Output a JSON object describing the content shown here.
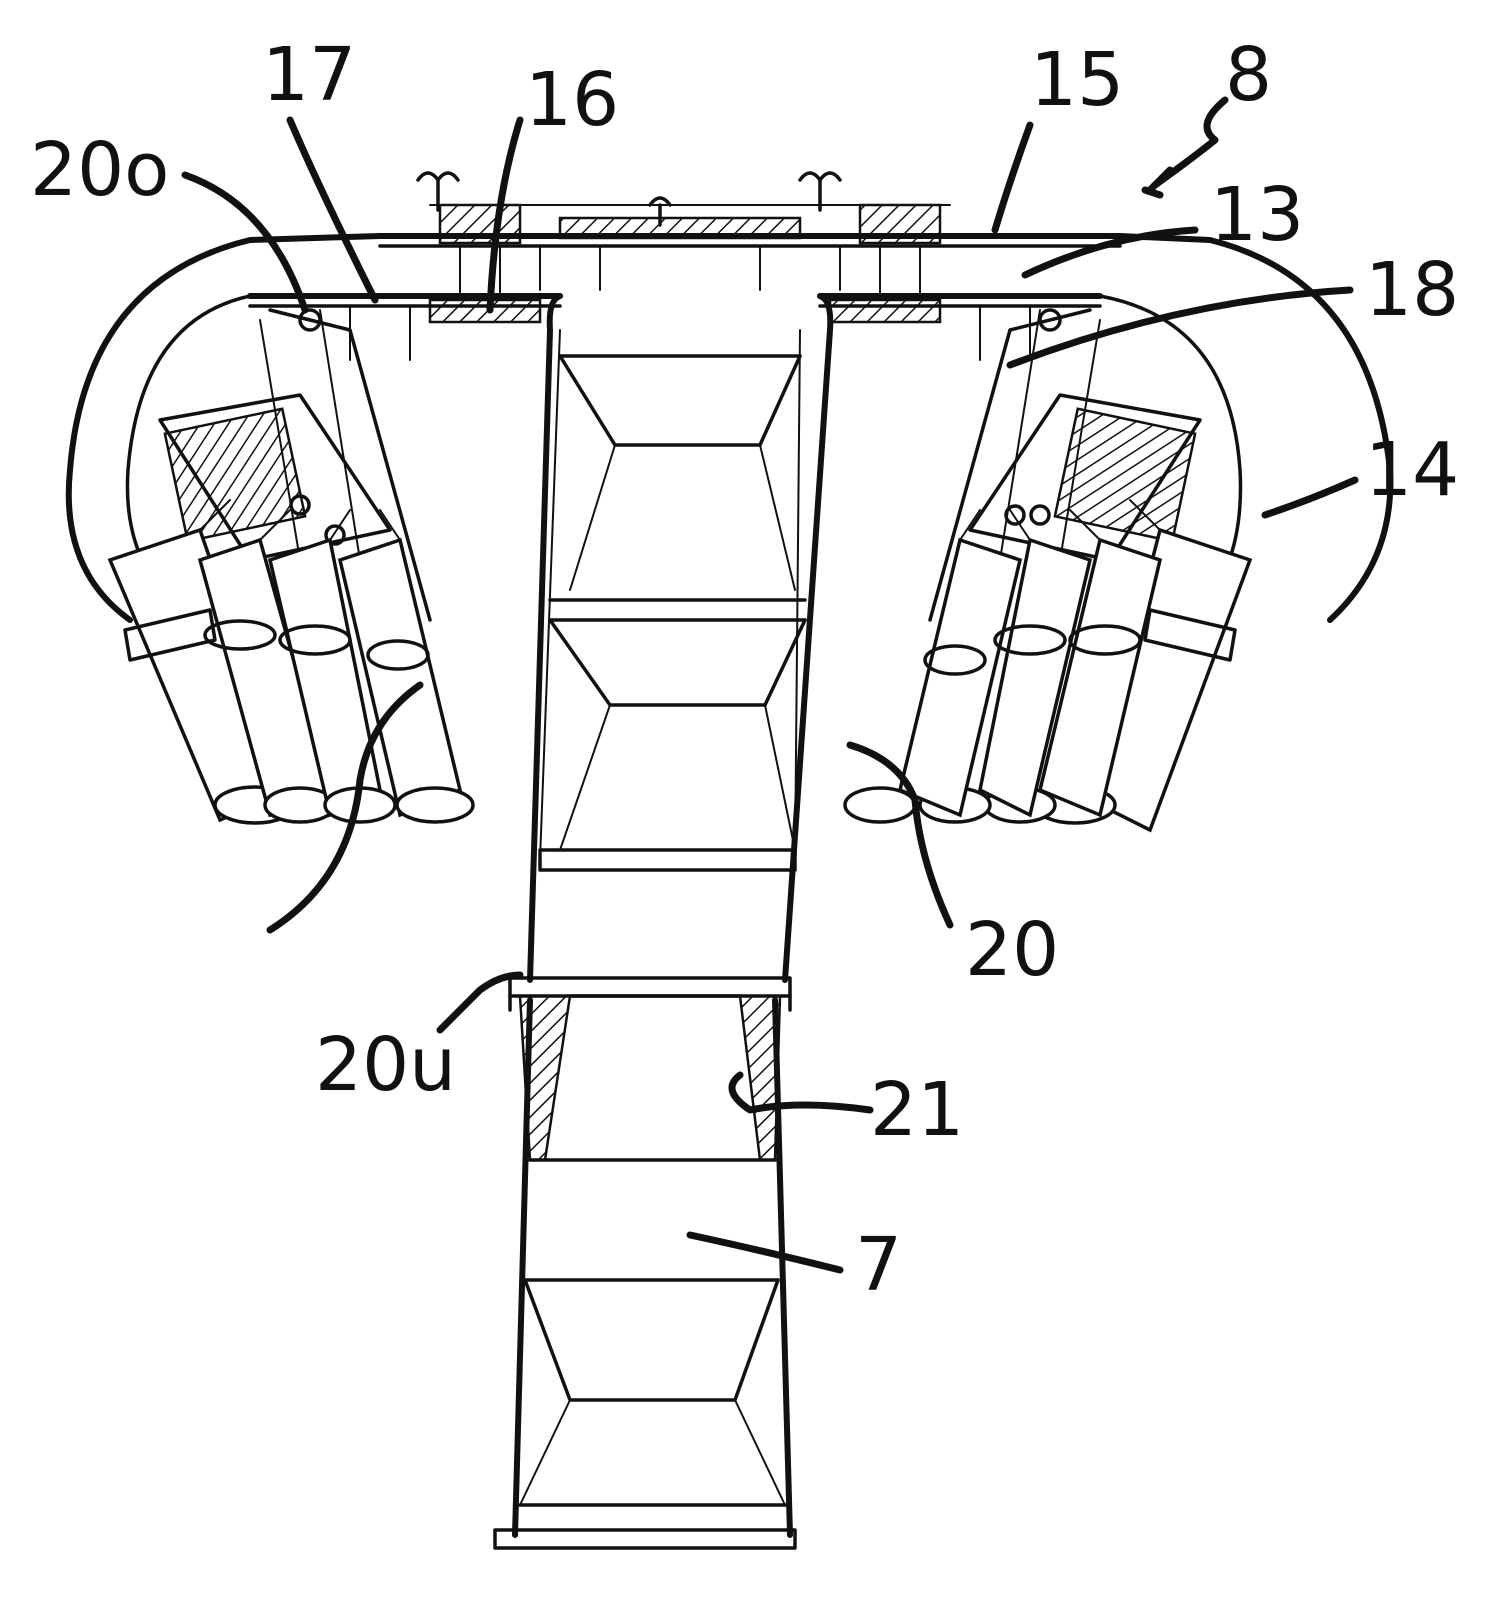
{
  "figure": {
    "colors": {
      "ink": "#111111",
      "paper": "#ffffff"
    },
    "reference_labels": [
      {
        "id": "label-17",
        "text": "17"
      },
      {
        "id": "label-16",
        "text": "16"
      },
      {
        "id": "label-15",
        "text": "15"
      },
      {
        "id": "label-8",
        "text": "8"
      },
      {
        "id": "label-20o",
        "text": "20o"
      },
      {
        "id": "label-13",
        "text": "13"
      },
      {
        "id": "label-18",
        "text": "18"
      },
      {
        "id": "label-14",
        "text": "14"
      },
      {
        "id": "label-20",
        "text": "20"
      },
      {
        "id": "label-20u",
        "text": "20u"
      },
      {
        "id": "label-21",
        "text": "21"
      },
      {
        "id": "label-7",
        "text": "7"
      }
    ]
  }
}
